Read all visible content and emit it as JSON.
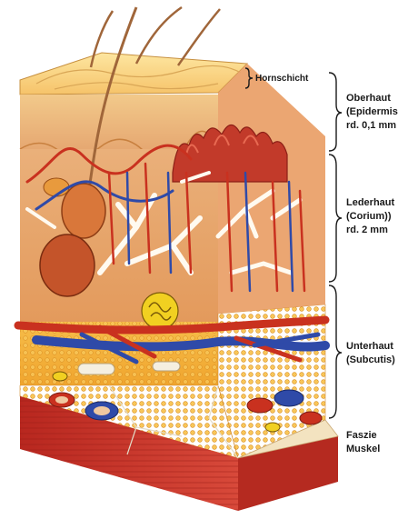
{
  "labels": {
    "hornschicht": "Hornschicht",
    "oberhaut": [
      "Oberhaut",
      "(Epidermis",
      "rd. 0,1 mm"
    ],
    "lederhaut": [
      "Lederhaut",
      "(Corium))",
      "rd. 2 mm"
    ],
    "unterhaut": [
      "Unterhaut",
      "(Subcutis)"
    ],
    "faszie": [
      "Faszie",
      "Muskel"
    ]
  },
  "colors": {
    "epidermis": "#f2c98a",
    "corium": "#e9a36c",
    "subcutis": "#f3b23c",
    "muscle": "#c8362a",
    "artery": "#c9311f",
    "vein": "#2f4aa8",
    "nerve": "#fffaf0",
    "gland": "#e6c21a"
  }
}
